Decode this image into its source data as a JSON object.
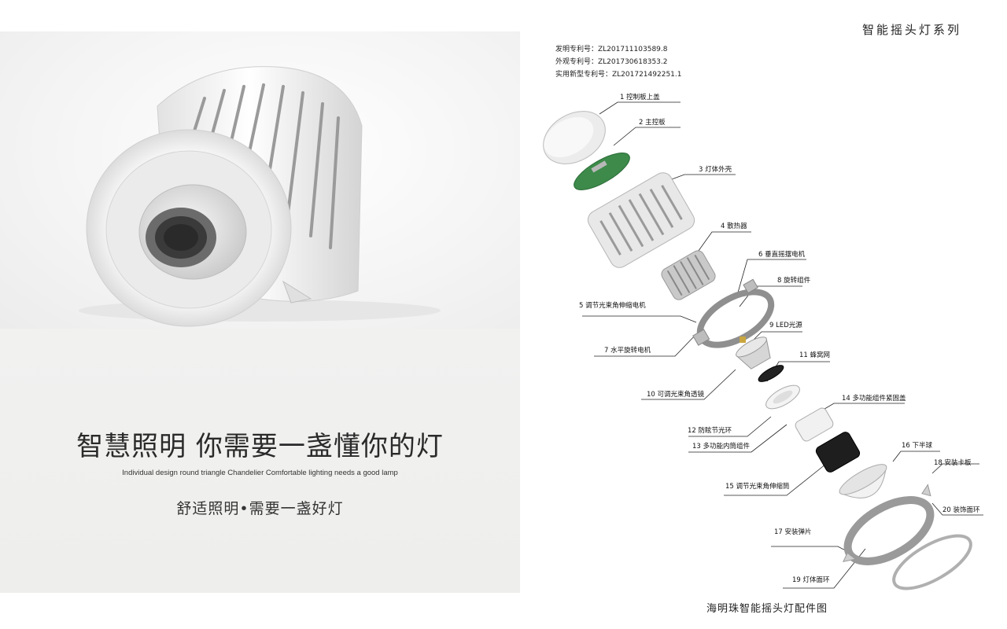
{
  "series_title": "智能摇头灯系列",
  "patents": [
    "发明专利号：ZL201711103589.8",
    "外观专利号：ZL201730618353.2",
    "实用新型专利号：ZL201721492251.1"
  ],
  "slogan": {
    "main": "智慧照明  你需要一盏懂你的灯",
    "english": "Individual design round triangle Chandelier  Comfortable lighting needs a good lamp",
    "sub": "舒适照明•需要一盏好灯"
  },
  "parts": [
    "1 控制板上盖",
    "2 主控板",
    "3 灯体外壳",
    "4 散热器",
    "6 垂直摇摆电机",
    "8 旋转组件",
    "5 调节光束角伸缩电机",
    "9 LED光源",
    "7 水平旋转电机",
    "11 蜂窝网",
    "10 可调光束角透镜",
    "14 多功能组件紧固盖",
    "12 防眩节光环",
    "13 多功能内筒组件",
    "16 下半球",
    "18 安装卡板",
    "15 调节光束角伸缩筒",
    "20 装饰面环",
    "17 安装弹片",
    "19 灯体面环"
  ],
  "diagram_caption": "海明珠智能摇头灯配件图",
  "colors": {
    "pcb_green": "#3d8a4a",
    "label_text": "#111111",
    "panel_bg": "#f2f2f1"
  }
}
